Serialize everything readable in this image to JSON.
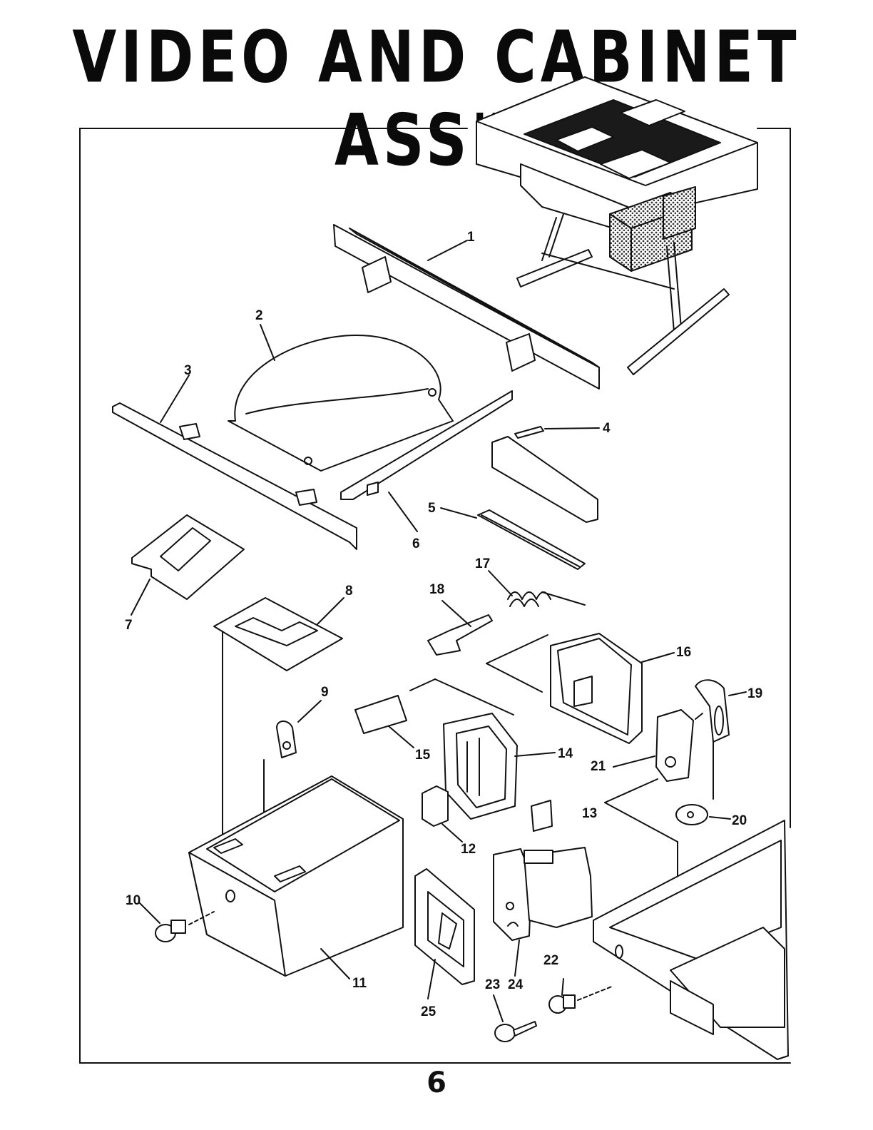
{
  "page": {
    "title": "VIDEO AND CABINET ASS'Y",
    "page_number": "6"
  },
  "callouts": [
    "1",
    "2",
    "3",
    "4",
    "5",
    "6",
    "7",
    "8",
    "9",
    "10",
    "11",
    "12",
    "13",
    "14",
    "15",
    "16",
    "17",
    "18",
    "19",
    "20",
    "21",
    "22",
    "23",
    "24",
    "25"
  ],
  "colors": {
    "ink": "#111111",
    "paper": "#ffffff",
    "fill_dark": "#1a1a1a",
    "dot_pattern": "#555555"
  }
}
